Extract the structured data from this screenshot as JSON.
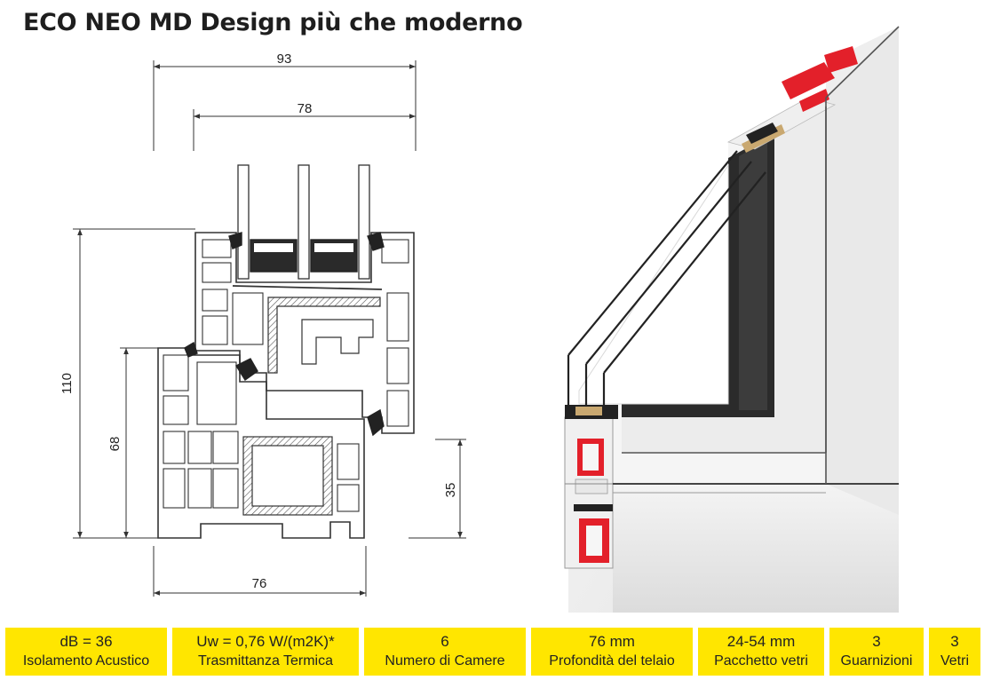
{
  "title": "ECO NEO MD Design più che moderno",
  "dimensions": {
    "total_width": "93",
    "sash_width": "78",
    "frame_depth": "76",
    "total_height": "110",
    "frame_height": "68",
    "sill_height": "35"
  },
  "specs": [
    {
      "value": "dB = 36",
      "label": "Isolamento Acustico"
    },
    {
      "value": "Uw = 0,76 W/(m2K)*",
      "label": "Trasmittanza Termica"
    },
    {
      "value": "6",
      "label": "Numero di Camere"
    },
    {
      "value": "76 mm",
      "label": "Profondità del telaio"
    },
    {
      "value": "24-54 mm",
      "label": "Pacchetto vetri"
    },
    {
      "value": "3",
      "label": "Guarnizioni"
    },
    {
      "value": "3",
      "label": "Vetri"
    }
  ],
  "colors": {
    "spec_background": "#ffe600",
    "gasket_red": "#e3202a",
    "profile_white": "#efefef",
    "gasket_black": "#1c1c1c"
  }
}
